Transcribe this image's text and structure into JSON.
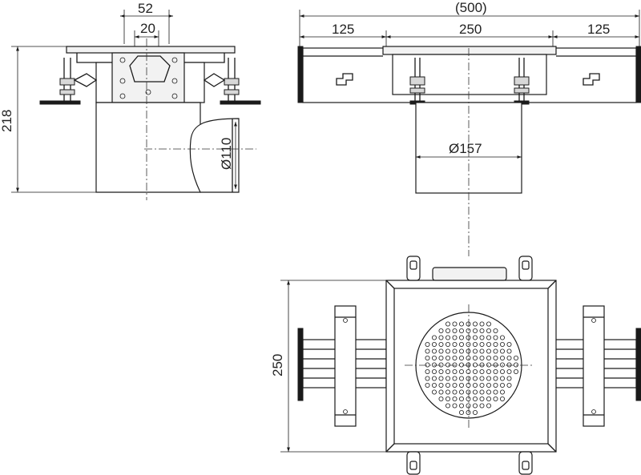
{
  "side_view": {
    "dim_width_top": "52",
    "dim_outlet_width": "20",
    "dim_height": "218",
    "dim_outlet_diameter": "Ø110"
  },
  "front_view": {
    "dim_total": "(500)",
    "dim_left": "125",
    "dim_middle": "250",
    "dim_right": "125",
    "dim_body_diameter": "Ø157"
  },
  "plan_view": {
    "dim_size": "250"
  }
}
